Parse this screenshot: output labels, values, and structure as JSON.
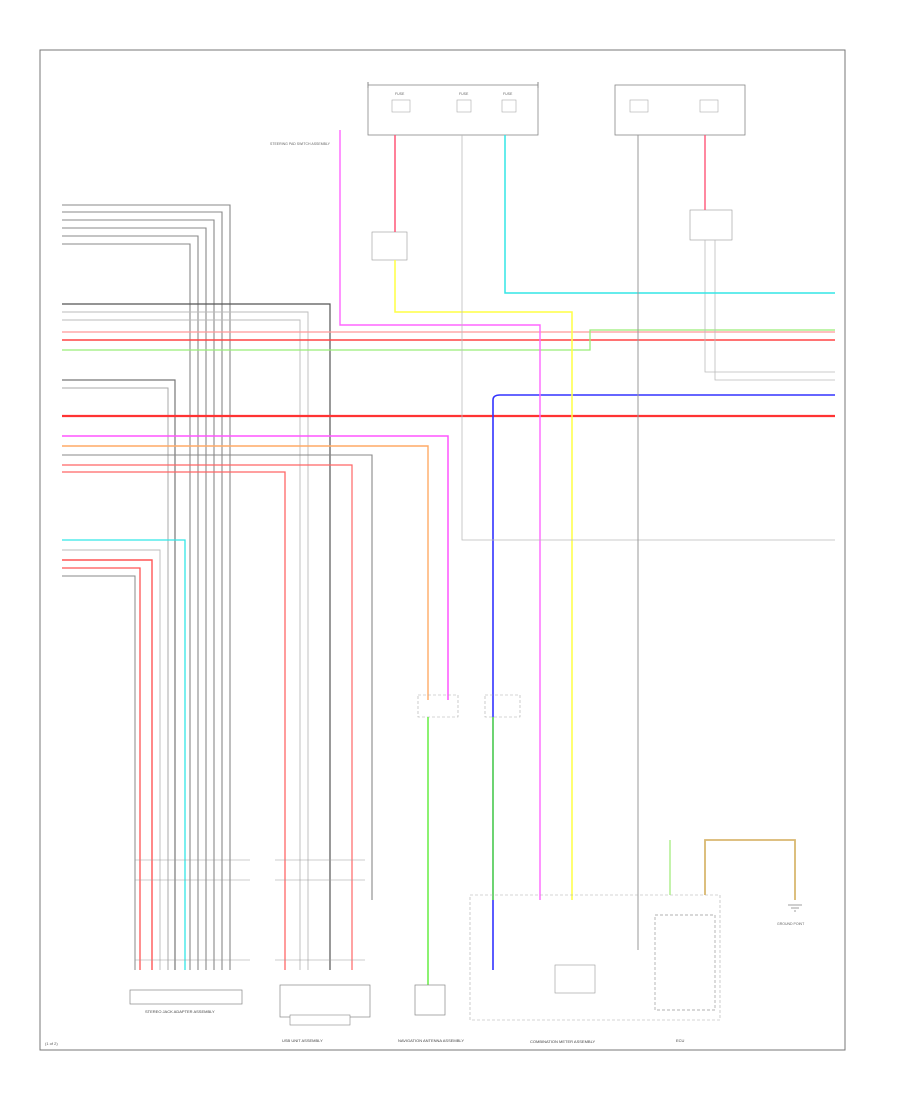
{
  "diagram": {
    "page_label": "(1 of 2)",
    "components": {
      "steering_pad_switch": {
        "label": "STEERING PAD SWITCH ASSEMBLY"
      },
      "stereo_jack_adapter": {
        "label": "STEREO JACK ADAPTER ASSEMBLY"
      },
      "usb_unit": {
        "label": "USB UNIT ASSEMBLY"
      },
      "antenna_amp": {
        "label": "NAVIGATION ANTENNA ASSEMBLY"
      },
      "combination_meter": {
        "label": "COMBINATION METER ASSEMBLY"
      },
      "ecu": {
        "label": "ECU"
      },
      "ground": {
        "label": "GROUND POINT"
      }
    },
    "fuses": {
      "fuse_a": {
        "label": "FUSE"
      },
      "fuse_b": {
        "label": "FUSE"
      },
      "fuse_c": {
        "label": "FUSE"
      }
    },
    "colors": {
      "pink": "#ff66ff",
      "red": "#ff4444",
      "yellow": "#ffff44",
      "cyan": "#33e6e6",
      "green": "#66ee44",
      "blue": "#3333ff",
      "orange": "#ffaa55",
      "gray": "#888888",
      "tan": "#d9b870",
      "light_green": "#aaee88"
    }
  }
}
